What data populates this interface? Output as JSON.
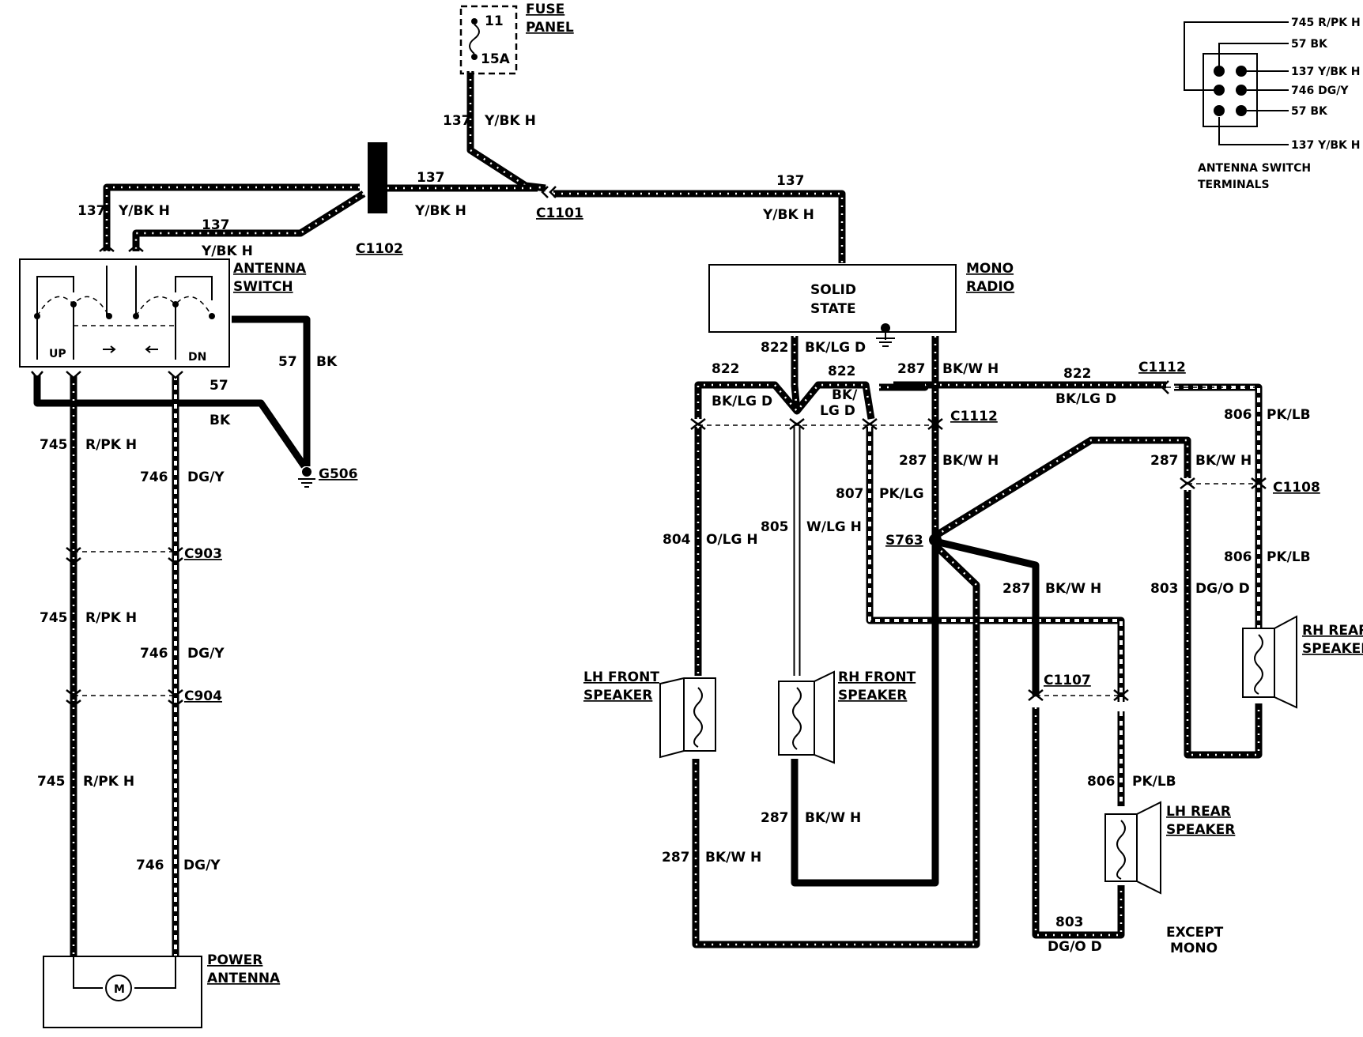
{
  "fuse_panel": {
    "label_line1": "FUSE",
    "label_line2": "PANEL",
    "fuse_number": "11",
    "fuse_rating": "15A"
  },
  "connectors": {
    "c1101": "C1101",
    "c1102": "C1102",
    "c1112_top": "C1112",
    "c1112_mid": "C1112",
    "c1108": "C1108",
    "c1107": "C1107",
    "c903": "C903",
    "c904": "C904",
    "s763": "S763",
    "g506": "G506"
  },
  "components": {
    "antenna_switch": {
      "line1": "ANTENNA",
      "line2": "SWITCH",
      "up": "UP",
      "dn": "DN"
    },
    "mono_radio": {
      "line1": "MONO",
      "line2": "RADIO",
      "inner1": "SOLID",
      "inner2": "STATE"
    },
    "lh_front_speaker": {
      "line1": "LH FRONT",
      "line2": "SPEAKER"
    },
    "rh_front_speaker": {
      "line1": "RH FRONT",
      "line2": "SPEAKER"
    },
    "rh_rear_speaker": {
      "line1": "RH REAR",
      "line2": "SPEAKER"
    },
    "lh_rear_speaker": {
      "line1": "LH REAR",
      "line2": "SPEAKER"
    },
    "power_antenna": {
      "line1": "POWER",
      "line2": "ANTENNA",
      "motor": "M"
    },
    "except_mono": {
      "line1": "EXCEPT",
      "line2": "MONO"
    }
  },
  "terminals": {
    "title1": "ANTENNA SWITCH",
    "title2": "TERMINALS",
    "pins": [
      "745 R/PK H",
      "57 BK",
      "137 Y/BK H",
      "746 DG/Y",
      "57 BK",
      "137 Y/BK H"
    ]
  },
  "wires": {
    "w137_fuse": {
      "num": "137",
      "color": "Y/BK H"
    },
    "w137_top_left": {
      "num": "137",
      "color": "Y/BK H"
    },
    "w137_inner": {
      "num": "137",
      "color": "Y/BK H"
    },
    "w137_mid": {
      "num": "137",
      "color": "Y/BK H"
    },
    "w137_right": {
      "num": "137",
      "color": "Y/BK H"
    },
    "w57_right": {
      "num": "57",
      "color": "BK"
    },
    "w57_bottom": {
      "num": "57",
      "color": "BK"
    },
    "w745_a": {
      "num": "745",
      "color": "R/PK H"
    },
    "w745_b": {
      "num": "745",
      "color": "R/PK H"
    },
    "w745_c": {
      "num": "745",
      "color": "R/PK H"
    },
    "w746_a": {
      "num": "746",
      "color": "DG/Y"
    },
    "w746_b": {
      "num": "746",
      "color": "DG/Y"
    },
    "w746_c": {
      "num": "746",
      "color": "DG/Y"
    },
    "w822_radio": {
      "num": "822",
      "color": "BK/LG D"
    },
    "w822_left": {
      "num": "822",
      "color": "BK/LG D"
    },
    "w822_mid": {
      "num": "822",
      "color1": "BK/",
      "color2": "LG D"
    },
    "w822_right": {
      "num": "822",
      "color": "BK/LG D"
    },
    "w287_radio": {
      "num": "287",
      "color": "BK/W H"
    },
    "w287_mid": {
      "num": "287",
      "color": "BK/W H"
    },
    "w287_rear": {
      "num": "287",
      "color": "BK/W H"
    },
    "w287_s763": {
      "num": "287",
      "color": "BK/W H"
    },
    "w287_rhf": {
      "num": "287",
      "color": "BK/W H"
    },
    "w287_lhf": {
      "num": "287",
      "color": "BK/W H"
    },
    "w804": {
      "num": "804",
      "color": "O/LG H"
    },
    "w805": {
      "num": "805",
      "color": "W/LG H"
    },
    "w807": {
      "num": "807",
      "color": "PK/LG"
    },
    "w806_top": {
      "num": "806",
      "color": "PK/LB"
    },
    "w806_mid": {
      "num": "806",
      "color": "PK/LB"
    },
    "w806_lhr": {
      "num": "806",
      "color": "PK/LB"
    },
    "w803_rhr": {
      "num": "803",
      "color": "DG/O D"
    },
    "w803_bottom": {
      "num": "803",
      "color": "DG/O D"
    }
  }
}
